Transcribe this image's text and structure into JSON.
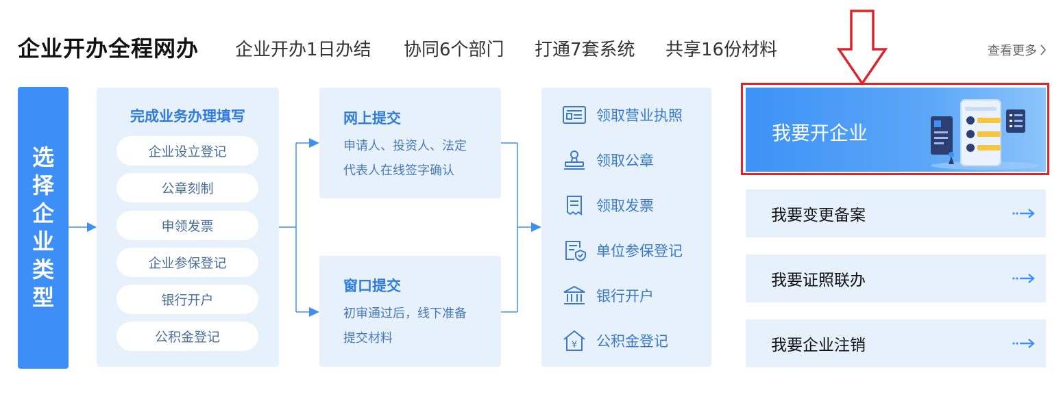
{
  "header": {
    "title": "企业开办全程网办",
    "tags": [
      "企业开办1日办结",
      "协同6个部门",
      "打通7套系统",
      "共享16份材料"
    ],
    "more_label": "查看更多"
  },
  "select_type": {
    "label": "选择企业类型"
  },
  "fill_section": {
    "title": "完成业务办理填写",
    "items": [
      "企业设立登记",
      "公章刻制",
      "申领发票",
      "企业参保登记",
      "银行开户",
      "公积金登记"
    ]
  },
  "submit_section": {
    "online": {
      "title": "网上提交",
      "desc_line1": "申请人、投资人、法定",
      "desc_line2": "代表人在线签字确认"
    },
    "window": {
      "title": "窗口提交",
      "desc_line1": "初审通过后，线下准备",
      "desc_line2": "提交材料"
    }
  },
  "receive_section": {
    "items": [
      {
        "label": "领取营业执照",
        "icon": "license-icon"
      },
      {
        "label": "领取公章",
        "icon": "stamp-icon"
      },
      {
        "label": "领取发票",
        "icon": "invoice-icon"
      },
      {
        "label": "单位参保登记",
        "icon": "insurance-icon"
      },
      {
        "label": "银行开户",
        "icon": "bank-icon"
      },
      {
        "label": "公积金登记",
        "icon": "fund-icon"
      }
    ]
  },
  "actions": {
    "main_label": "我要开企业",
    "items": [
      "我要变更备案",
      "我要证照联办",
      "我要企业注销"
    ]
  },
  "colors": {
    "primary": "#3e8ef7",
    "panel": "#e6f1fc",
    "highlight": "#d9262c",
    "accent_text": "#2f7be0"
  }
}
